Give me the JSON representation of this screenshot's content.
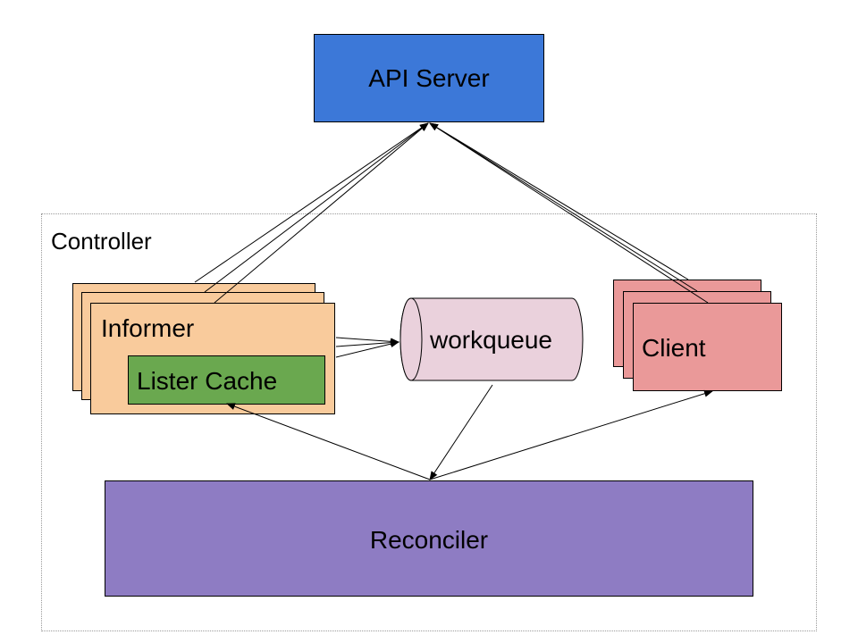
{
  "diagram": {
    "api_server": {
      "label": "API Server",
      "color": "#3c78d8"
    },
    "controller": {
      "label": "Controller"
    },
    "informer": {
      "label": "Informer",
      "color": "#f9cb9c"
    },
    "lister_cache": {
      "label": "Lister Cache",
      "color": "#6aa84f"
    },
    "workqueue": {
      "label": "workqueue",
      "color": "#ead1dc"
    },
    "client": {
      "label": "Client",
      "color": "#ea9999"
    },
    "reconciler": {
      "label": "Reconciler",
      "color": "#8e7cc3"
    }
  }
}
